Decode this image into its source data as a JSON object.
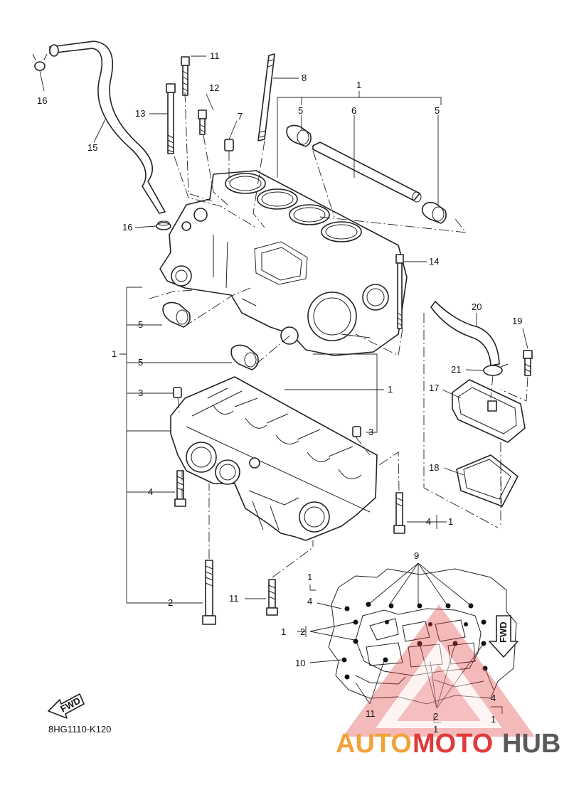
{
  "diagram_code": "8HG1110-K120",
  "fwd_label": "FWD",
  "watermark": {
    "part1": "AUTO",
    "part2": "MOTO",
    "part3": "HUB",
    "color_orange": "#f2a23a",
    "color_red": "#e03a3a",
    "color_gray": "#5a5a5a"
  },
  "callouts": {
    "c1_top": "1",
    "c5_left_top": "5",
    "c6": "6",
    "c5_right_top": "5",
    "c8": "8",
    "c11_top": "11",
    "c12": "12",
    "c13": "13",
    "c7": "7",
    "c16_top": "16",
    "c15": "15",
    "c16_mid": "16",
    "c14": "14",
    "c5_a": "5",
    "c1_left": "1",
    "c5_b": "5",
    "c3_left": "3",
    "c4_left": "4",
    "c2_left": "2",
    "c1_mid": "1",
    "c3_right": "3",
    "c20": "20",
    "c19": "19",
    "c21": "21",
    "c17": "17",
    "c18": "18",
    "c4_right": "4",
    "c1_right": "1",
    "c11_bottom": "11",
    "c9": "9",
    "c1_inset_top": "1",
    "c4_inset_top": "4",
    "c1_inset_left": "1",
    "c2_inset_left": "2",
    "c10": "10",
    "c11_inset": "11",
    "c2_inset_bottom": "2",
    "c1_inset_bottom": "1",
    "c4_inset_bottom": "4",
    "c1_inset_br": "1"
  }
}
